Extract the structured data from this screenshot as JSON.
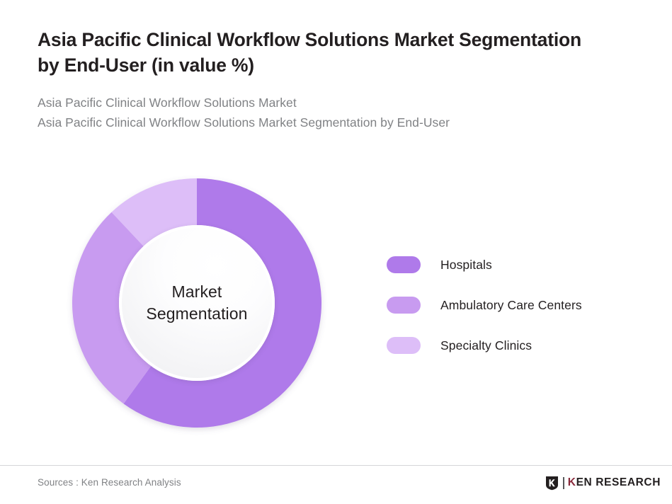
{
  "header": {
    "title": "Asia Pacific Clinical Workflow Solutions Market Segmentation by End-User (in value %)",
    "subtitle_line_1": "Asia Pacific Clinical Workflow Solutions Market",
    "subtitle_line_2": "Asia Pacific Clinical Workflow Solutions Market Segmentation by End-User"
  },
  "donut": {
    "center_label": "Market\nSegmentation"
  },
  "legend": {
    "items": [
      {
        "label": "Hospitals",
        "color": "#AF7AEA"
      },
      {
        "label": "Ambulatory Care Centers",
        "color": "#C89BF0"
      },
      {
        "label": "Specialty Clinics",
        "color": "#DDBEF8"
      }
    ]
  },
  "footer": {
    "source": "Sources : Ken Research Analysis",
    "logo_text_prefix": "K",
    "logo_text_rest": "EN RESEARCH"
  },
  "chart_data": {
    "type": "pie",
    "variant": "donut",
    "title": "Asia Pacific Clinical Workflow Solutions Market Segmentation by End-User (in value %)",
    "subtitle": "Asia Pacific Clinical Workflow Solutions Market",
    "unit": "%",
    "center_text": "Market Segmentation",
    "labels": [
      "Hospitals",
      "Ambulatory Care Centers",
      "Specialty Clinics"
    ],
    "values": [
      60,
      28,
      12
    ],
    "colors": [
      "#AF7AEA",
      "#C89BF0",
      "#DDBEF8"
    ],
    "start_angle_deg": 0,
    "direction": "clockwise",
    "inner_radius_ratio": 0.625,
    "legend_position": "right",
    "values_labeled_on_chart": false,
    "grid": false
  }
}
